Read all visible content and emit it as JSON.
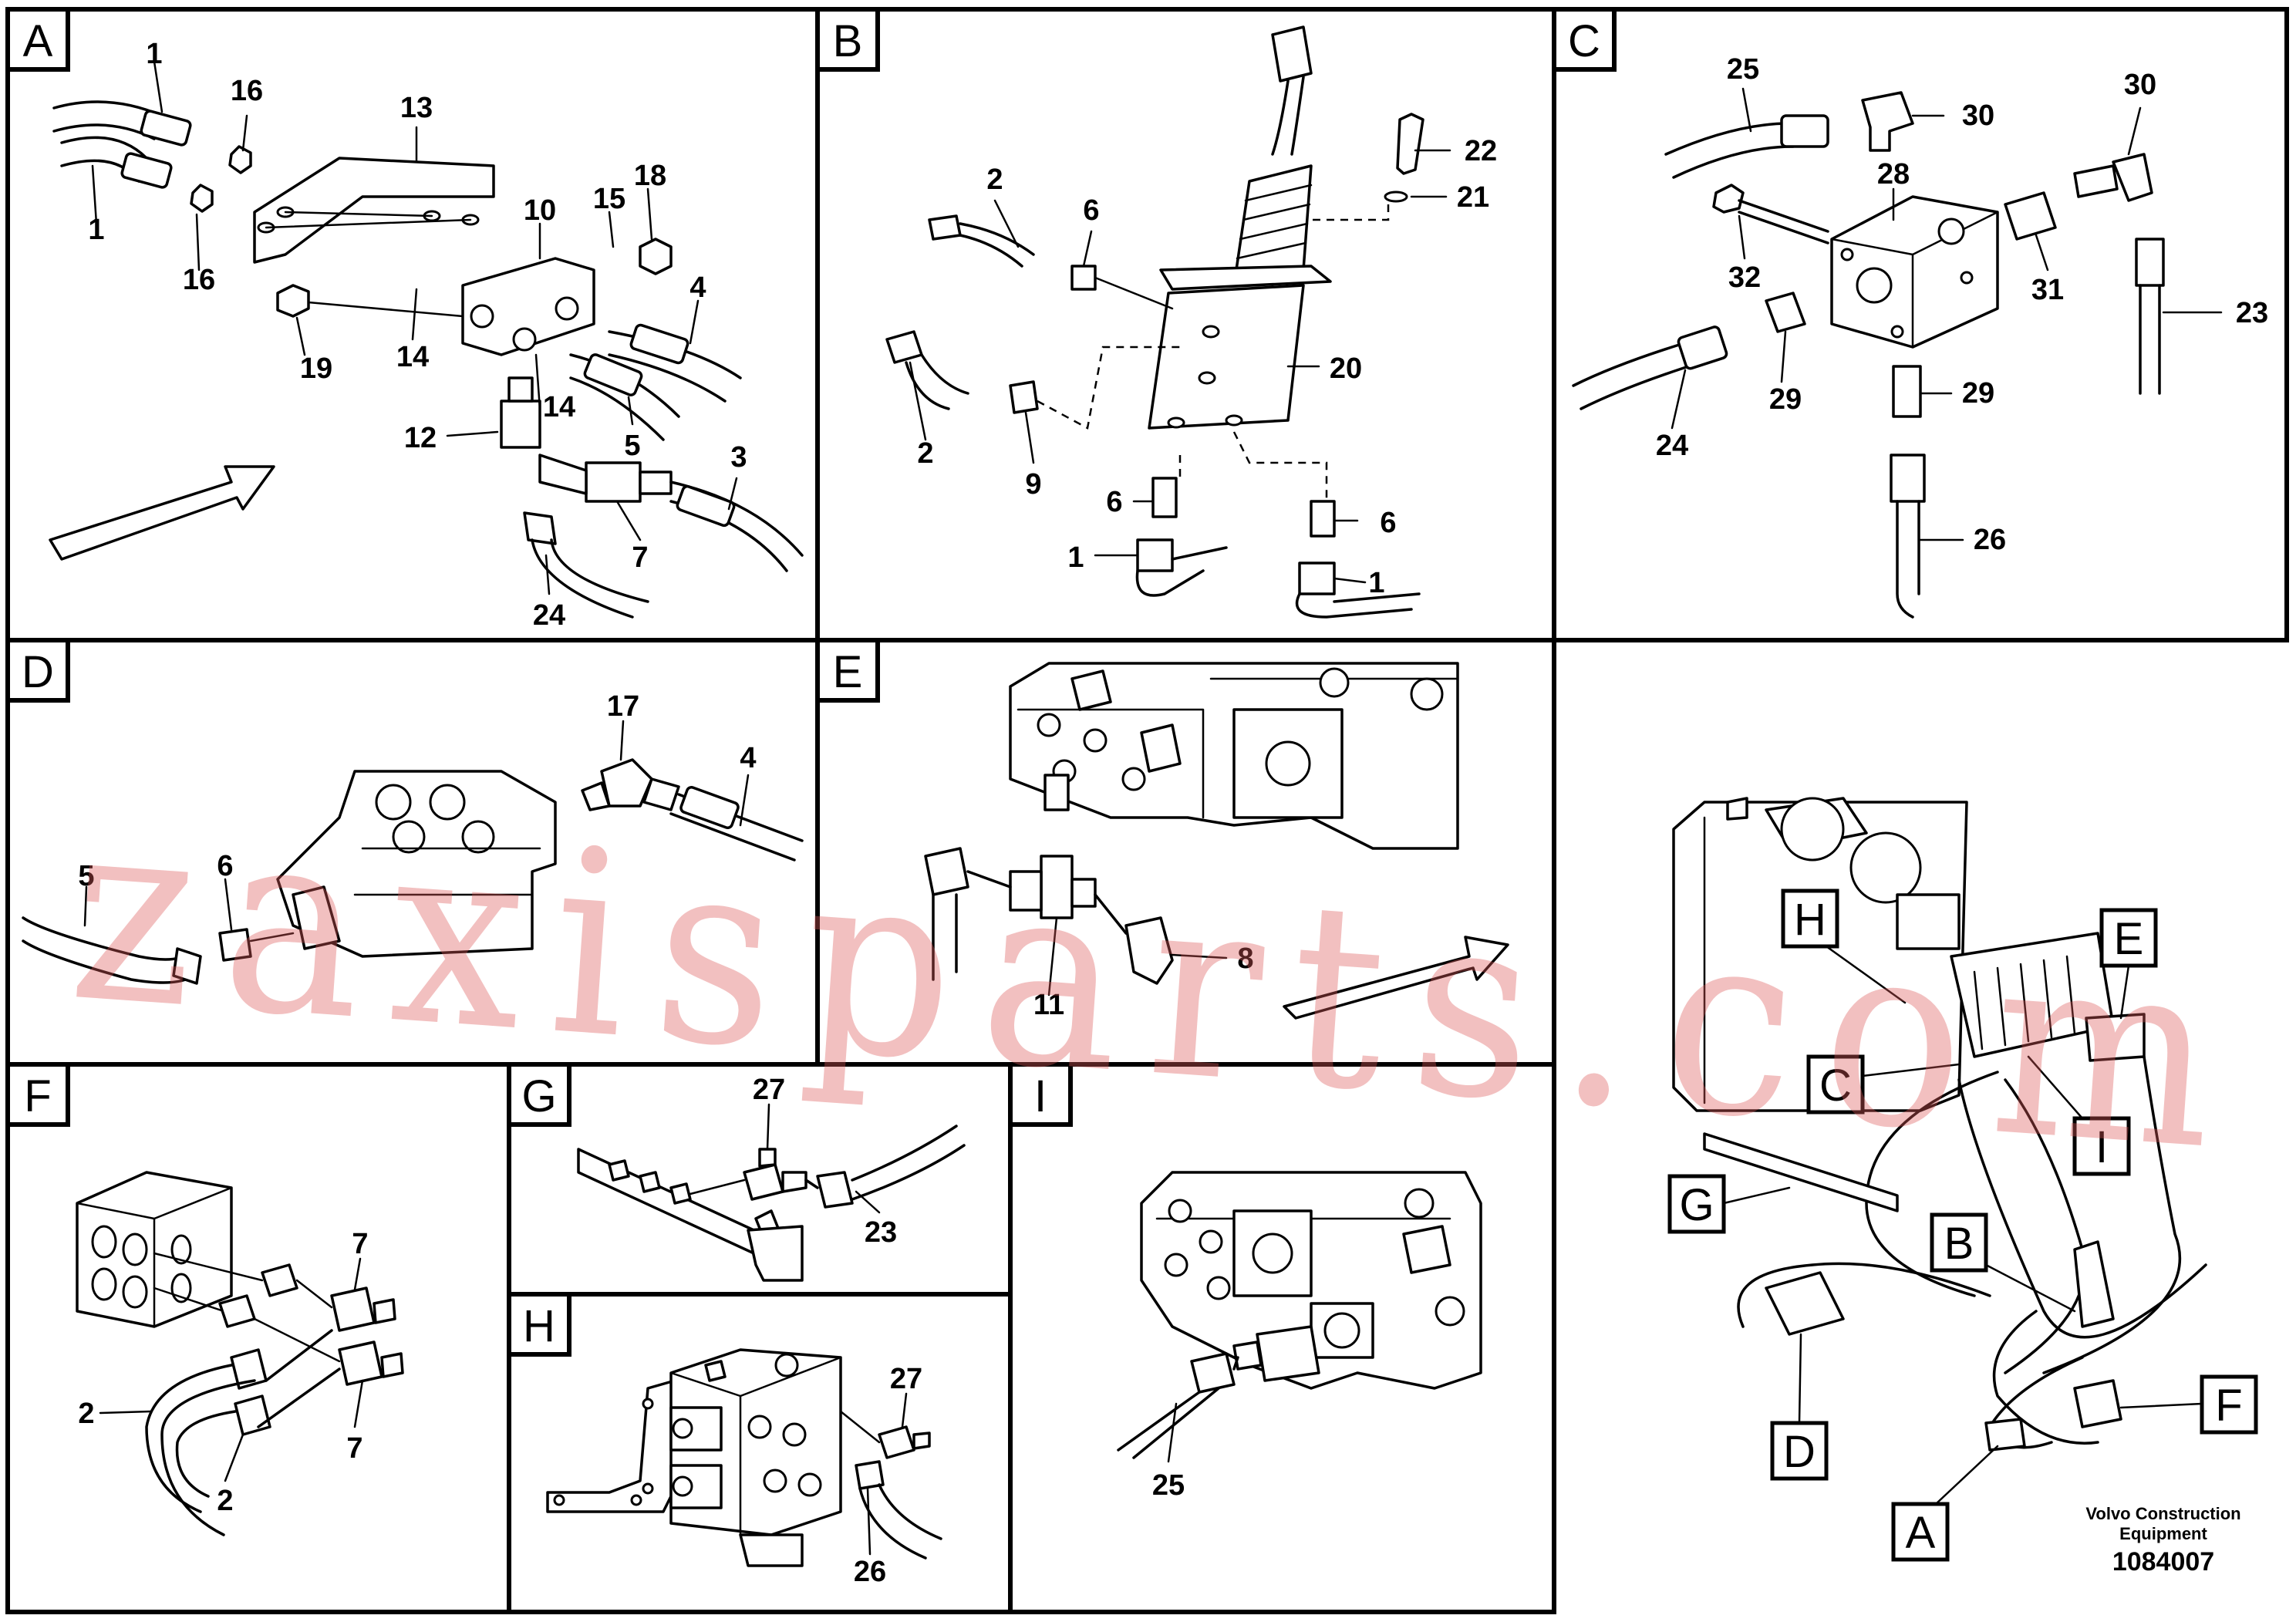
{
  "panels": {
    "A": {
      "letter": "A",
      "callouts": [
        "1",
        "1",
        "16",
        "16",
        "13",
        "10",
        "15",
        "18",
        "19",
        "14",
        "14",
        "4",
        "12",
        "5",
        "3",
        "7",
        "24"
      ]
    },
    "B": {
      "letter": "B",
      "callouts": [
        "2",
        "6",
        "22",
        "21",
        "20",
        "2",
        "9",
        "6",
        "6",
        "1",
        "1"
      ]
    },
    "C": {
      "letter": "C",
      "callouts": [
        "25",
        "30",
        "30",
        "28",
        "32",
        "31",
        "23",
        "24",
        "29",
        "29",
        "26"
      ]
    },
    "D": {
      "letter": "D",
      "callouts": [
        "17",
        "4",
        "6",
        "5"
      ]
    },
    "E": {
      "letter": "E",
      "callouts": [
        "8",
        "11"
      ]
    },
    "F": {
      "letter": "F",
      "callouts": [
        "7",
        "7",
        "2",
        "2"
      ]
    },
    "G": {
      "letter": "G",
      "callouts": [
        "27",
        "23"
      ]
    },
    "H": {
      "letter": "H",
      "callouts": [
        "27",
        "26"
      ]
    },
    "I": {
      "letter": "I",
      "callouts": [
        "25"
      ]
    }
  },
  "overview": {
    "letters": [
      "H",
      "E",
      "C",
      "I",
      "G",
      "B",
      "F",
      "D",
      "A"
    ]
  },
  "footer": {
    "brand_line1": "Volvo Construction",
    "brand_line2": "Equipment",
    "doc_number": "1084007"
  },
  "watermark": "zaxisparts.com"
}
